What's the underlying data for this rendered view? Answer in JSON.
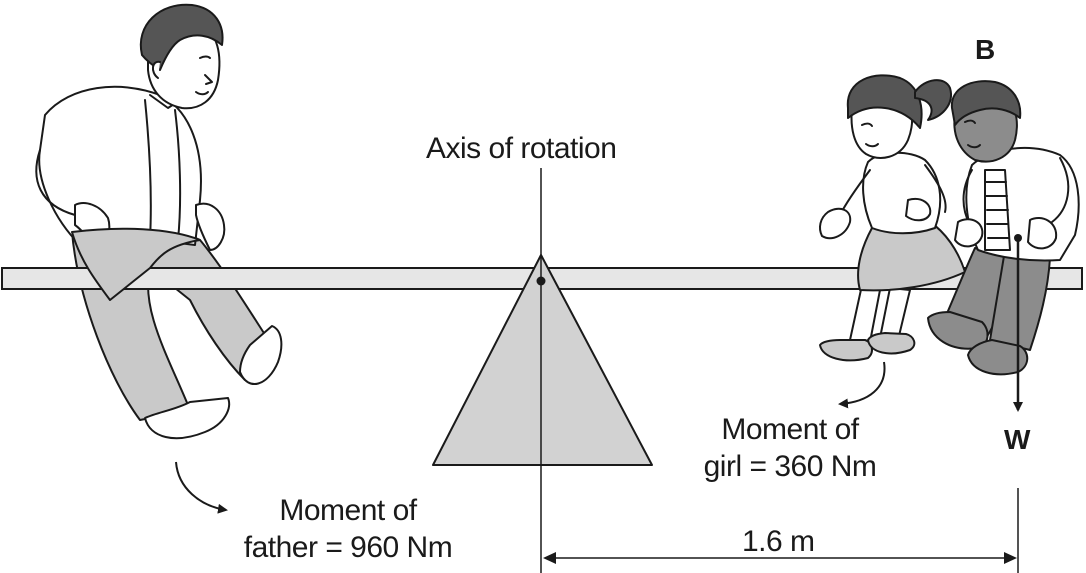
{
  "labels": {
    "axis": "Axis of rotation",
    "father_line1": "Moment of",
    "father_line2": "father = 960 Nm",
    "girl_line1": "Moment of",
    "girl_line2": "girl = 360 Nm",
    "distance": "1.6 m",
    "boy_label": "B",
    "weight_label": "W"
  },
  "colors": {
    "ink": "#1a1a1a",
    "board": "#e6e6e6",
    "fulcrum": "#d2d2d2",
    "cloth_grey": "#c9c9c9",
    "dark_grey": "#8c8c8c",
    "hair": "#555555"
  }
}
